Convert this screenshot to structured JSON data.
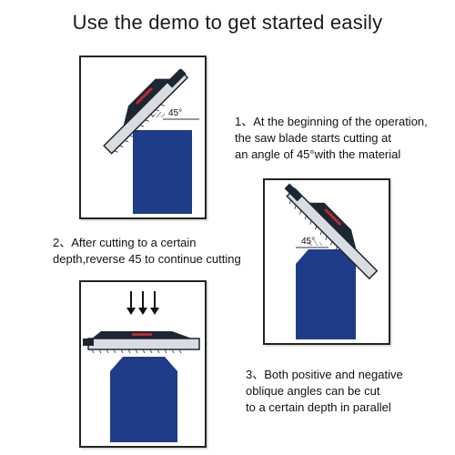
{
  "title": "Use the demo to get started easily",
  "steps": [
    {
      "lines": [
        "1、At the beginning of the operation,",
        "the saw blade starts cutting at",
        "an angle of 45°with the material"
      ],
      "angle_label": "45°"
    },
    {
      "lines": [
        "2、After cutting to a certain",
        "depth,reverse 45 to continue cutting"
      ],
      "angle_label": "45°"
    },
    {
      "lines": [
        "3、Both positive and negative",
        "oblique angles can be cut",
        "to a certain depth in parallel"
      ]
    }
  ],
  "colors": {
    "material": "#1f3c88",
    "blade_dark": "#1d2733",
    "blade_red": "#c0272d"
  }
}
